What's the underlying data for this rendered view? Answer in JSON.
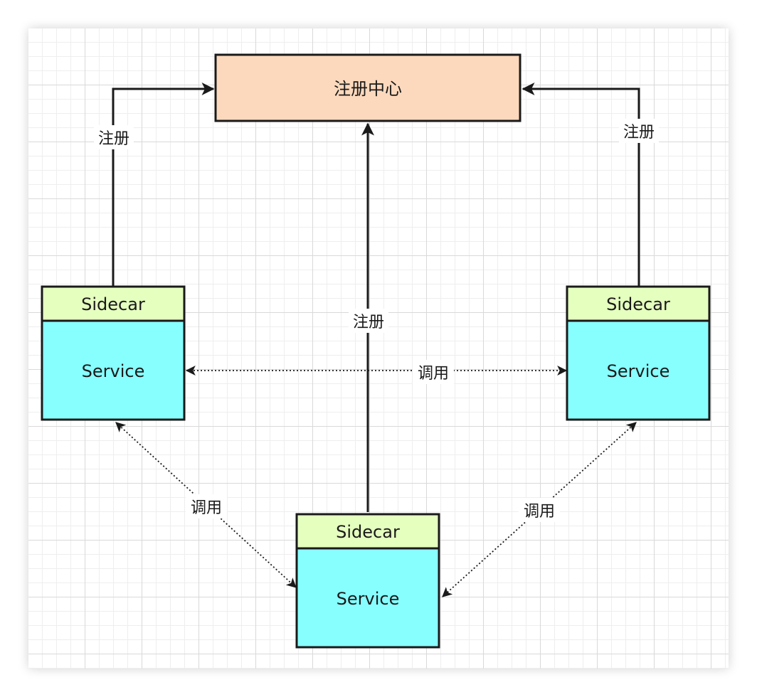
{
  "registry": {
    "label": "注册中心",
    "fill": "#fcd9bd"
  },
  "nodes": [
    {
      "id": "left",
      "sidecar_label": "Sidecar",
      "service_label": "Service"
    },
    {
      "id": "right",
      "sidecar_label": "Sidecar",
      "service_label": "Service"
    },
    {
      "id": "bottom",
      "sidecar_label": "Sidecar",
      "service_label": "Service"
    }
  ],
  "colors": {
    "sidecar": "#e5ffbf",
    "service": "#88ffff",
    "stroke": "#1a1a1a",
    "registry": "#fcd9bd"
  },
  "edges": {
    "register_left": {
      "label": "注册"
    },
    "register_right": {
      "label": "注册"
    },
    "register_bottom": {
      "label": "注册"
    },
    "call_left_right": {
      "label": "调用"
    },
    "call_left_bottom": {
      "label": "调用"
    },
    "call_right_bottom": {
      "label": "调用"
    }
  }
}
